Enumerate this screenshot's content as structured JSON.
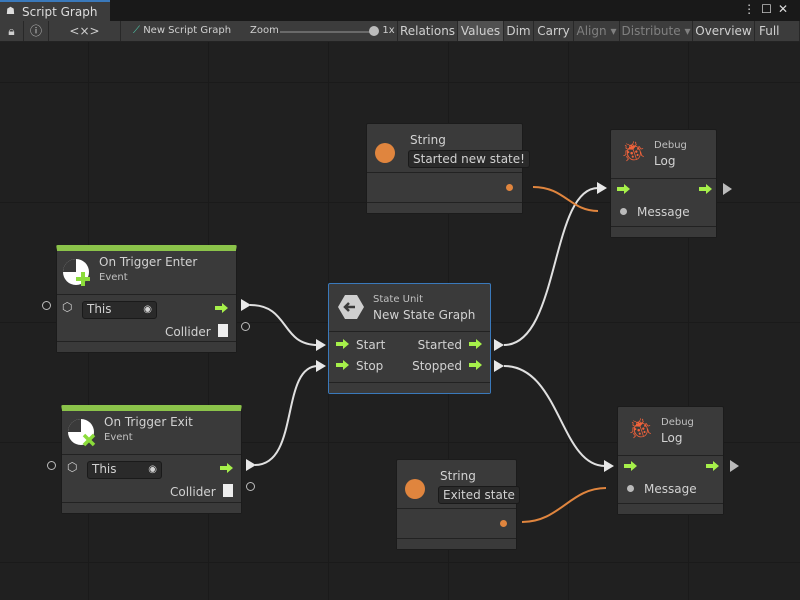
{
  "window": {
    "tab_title": "Script Graph",
    "tab_icon": "hierarchy-icon",
    "controls": [
      "more-icon",
      "maximize-icon",
      "close-icon"
    ]
  },
  "toolbar": {
    "lock_icon": "lock-icon",
    "info_icon": "info-icon",
    "variables_label": "<×>",
    "graph_name": "New Script Graph",
    "zoom_label": "Zoom",
    "zoom_value": "1x",
    "zoom_level": 1.0,
    "buttons": {
      "relations": "Relations",
      "values": "Values",
      "dim": "Dim",
      "carry": "Carry",
      "align": "Align",
      "distribute": "Distribute",
      "overview": "Overview",
      "fullscreen": "Full Scr"
    }
  },
  "nodes": {
    "string1": {
      "title": "String",
      "value": "Started new state!"
    },
    "string2": {
      "title": "String",
      "value": "Exited state"
    },
    "debug1": {
      "category": "Debug",
      "title": "Log",
      "port": "Message"
    },
    "debug2": {
      "category": "Debug",
      "title": "Log",
      "port": "Message"
    },
    "enter": {
      "title": "On Trigger Enter",
      "subtitle": "Event",
      "target": "This",
      "output": "Collider"
    },
    "exit": {
      "title": "On Trigger Exit",
      "subtitle": "Event",
      "target": "This",
      "output": "Collider"
    },
    "state": {
      "category": "State Unit",
      "title": "New  State  Graph",
      "inputs": [
        "Start",
        "Stop"
      ],
      "outputs": [
        "Started",
        "Stopped"
      ]
    }
  },
  "colors": {
    "control_flow": "#a6f04a",
    "string_value": "#e0853e",
    "event_header": "#8bc34a",
    "selection": "#3a79bb",
    "debug_icon": "#f0623a"
  }
}
